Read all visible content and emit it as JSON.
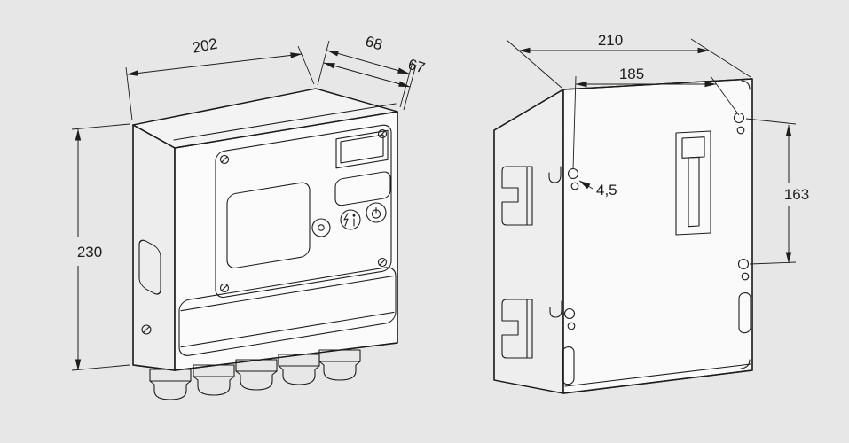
{
  "canvas": {
    "background_color": "#e7e7e7",
    "line_color": "#1d1d1b",
    "description": "Technical dimension drawing of a burner control unit enclosure, front perspective view and rear view"
  },
  "front_view": {
    "name": "front-perspective-view",
    "dimensions": {
      "width_mm": "202",
      "depth_total_mm": "68",
      "depth_housing_mm": "67",
      "height_mm": "230"
    }
  },
  "rear_view": {
    "name": "rear-view",
    "dimensions": {
      "width_mm": "210",
      "mounting_width_mm": "185",
      "mounting_hole_diameter_mm": "4,5",
      "mounting_height_mm": "163"
    }
  }
}
